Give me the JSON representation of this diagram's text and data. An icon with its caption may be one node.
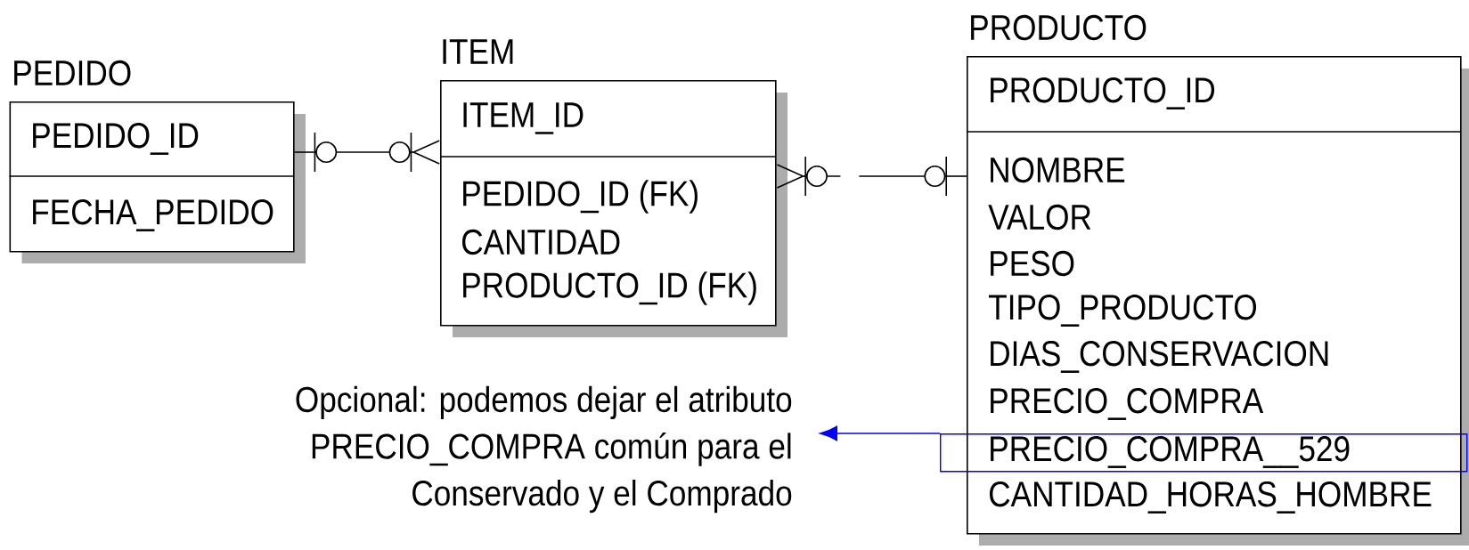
{
  "diagram": {
    "nodes": [
      {
        "text": [
          "PEDIDO",
          "PEDIDO_ID",
          "FECHA_PEDIDO"
        ]
      },
      {
        "text": [
          "ITEM",
          "ITEM_ID",
          "PEDIDO_ID (FK)",
          "CANTIDAD",
          "PRODUCTO_ID (FK)"
        ]
      },
      {
        "text": [
          "PRODUCTO",
          "PRODUCTO_ID",
          "NOMBRE",
          "VALOR",
          "PESO",
          "TIPO_PRODUCTO",
          "DIAS_CONSERVACION",
          "PRECIO_COMPRA",
          "CANTIDAD_HORAS_HOMBRE"
        ]
      },
      {
        "text": [
          "PRECIO_COMPRA__529"
        ],
        "in": 2
      },
      {
        "text": [
          "Opcional: podemos dejar el atributo PRECIO_COMPRA común para el Conservado y el Comprado"
        ]
      }
    ],
    "edges": [
      {
        "from": 0,
        "to": 1,
        "arrow": "other"
      },
      {
        "from": 1,
        "to": 2,
        "arrow": "other",
        "style": "dashed"
      },
      {
        "from": 3,
        "to": 4,
        "arrow": "to",
        "color": "#0000ff"
      }
    ]
  }
}
